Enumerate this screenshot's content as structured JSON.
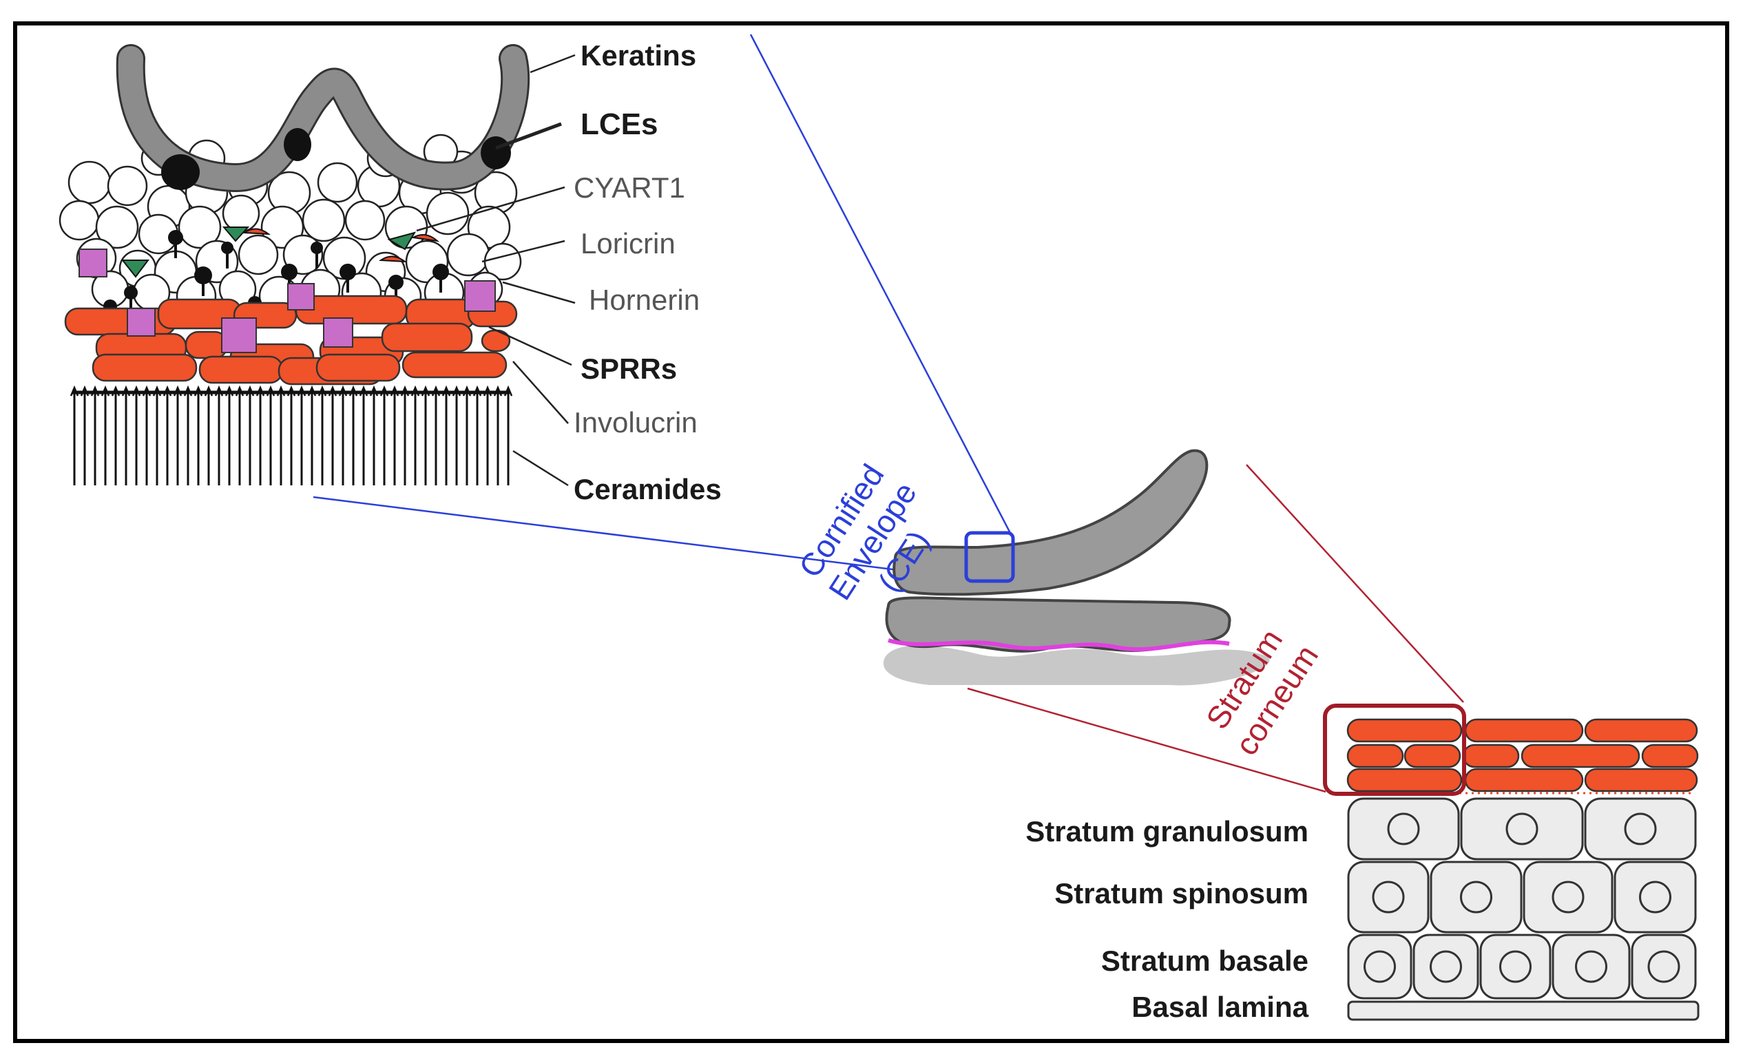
{
  "labels": {
    "keratins": "Keratins",
    "lces": "LCEs",
    "cyart1": "CYART1",
    "loricrin": "Loricrin",
    "hornerin": "Hornerin",
    "sprrs": "SPRRs",
    "involucrin": "Involucrin",
    "ceramides": "Ceramides"
  },
  "cornified_envelope": {
    "line1": "Cornified",
    "line2": "Envelope",
    "line3": "(CE)"
  },
  "stratum_corneum": {
    "line1": "Stratum",
    "line2": "corneum"
  },
  "layers": {
    "granulosum": "Stratum granulosum",
    "spinosum": "Stratum spinosum",
    "basale": "Stratum basale",
    "lamina": "Basal lamina"
  },
  "colors": {
    "frame": "#000000",
    "keratin": "#8c8c8c",
    "sprr_red": "#f0522a",
    "loricrin_red": "#e84a2c",
    "purple": "#c86ec8",
    "green": "#2e8b57",
    "blue_callout": "#2b3fd9",
    "red_callout": "#b22232",
    "magenta": "#e040e0",
    "cell_fill": "#ececec"
  }
}
